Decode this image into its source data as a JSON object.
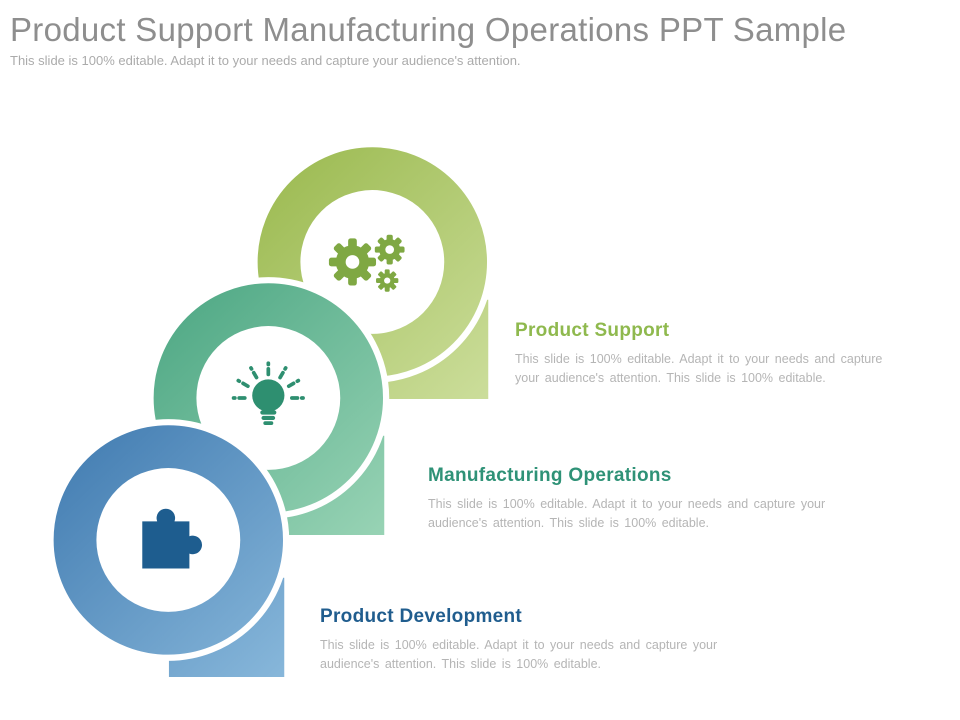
{
  "slide": {
    "title": "Product Support Manufacturing Operations PPT Sample",
    "subtitle": "This slide is 100% editable. Adapt it to your needs and capture your audience's attention."
  },
  "items": [
    {
      "heading": "Product Support",
      "body": "This slide is 100% editable. Adapt it to your needs and capture your audience's attention. This slide is 100% editable.",
      "icon": "gears-icon",
      "colors": {
        "grad_start": "#96b648",
        "grad_end": "#cfe0a0",
        "icon": "#7fa843",
        "heading": "#8fb94e"
      }
    },
    {
      "heading": "Manufacturing Operations",
      "body": "This slide is 100% editable. Adapt it to your needs and capture your audience's attention. This slide is 100% editable.",
      "icon": "lightbulb-icon",
      "colors": {
        "grad_start": "#46a37f",
        "grad_end": "#9dd6b8",
        "icon": "#2e8f70",
        "heading": "#2f9277"
      }
    },
    {
      "heading": "Product Development",
      "body": "This slide is 100% editable. Adapt it to your needs and capture your audience's attention. This slide is 100% editable.",
      "icon": "puzzle-icon",
      "colors": {
        "grad_start": "#3b76ad",
        "grad_end": "#8cbbdd",
        "icon": "#1e5d8f",
        "heading": "#205d8e"
      }
    }
  ]
}
